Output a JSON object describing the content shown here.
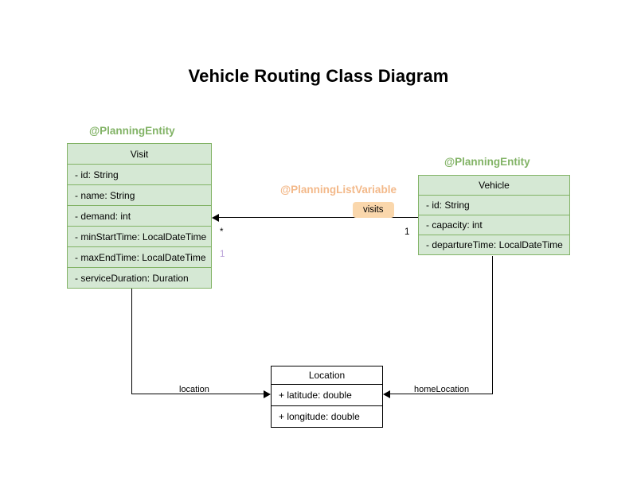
{
  "diagram": {
    "title": "Vehicle Routing Class Diagram",
    "type": "uml-class-diagram",
    "colors": {
      "entity_fill": "#d5e8d4",
      "entity_border": "#82b366",
      "annotation_green": "#82b366",
      "annotation_orange": "#f3b98a",
      "badge_fill": "#fad7ac",
      "plain_fill": "#ffffff",
      "plain_border": "#000000",
      "multiplicity_violet": "#b9a0d8",
      "line": "#000000",
      "background": "#ffffff"
    }
  },
  "classes": {
    "visit": {
      "annotation": "@PlanningEntity",
      "name": "Visit",
      "attributes": [
        "- id: String",
        "- name: String",
        "- demand: int",
        "- minStartTime: LocalDateTime",
        "- maxEndTime: LocalDateTime",
        "- serviceDuration: Duration"
      ]
    },
    "vehicle": {
      "annotation": "@PlanningEntity",
      "name": "Vehicle",
      "attributes": [
        "- id: String",
        "- capacity: int",
        "- departureTime: LocalDateTime"
      ]
    },
    "location": {
      "annotation": "",
      "name": "Location",
      "attributes": [
        "+ latitude: double",
        "+ longitude: double"
      ]
    }
  },
  "relationships": {
    "vehicle_visits": {
      "annotation": "@PlanningListVariable",
      "label": "visits",
      "source": "Vehicle",
      "target": "Visit",
      "source_multiplicity": "1",
      "target_multiplicity": "*",
      "extra_multiplicity": "1"
    },
    "visit_location": {
      "label": "location",
      "source": "Visit",
      "target": "Location"
    },
    "vehicle_home_location": {
      "label": "homeLocation",
      "source": "Vehicle",
      "target": "Location"
    }
  }
}
